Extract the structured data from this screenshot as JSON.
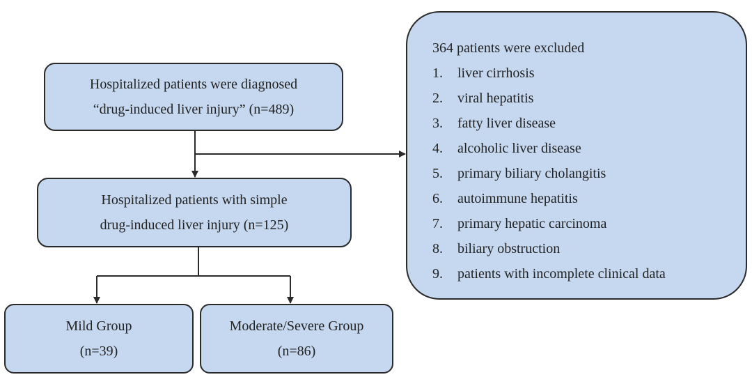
{
  "box_diagnosed": {
    "line1": "Hospitalized patients were diagnosed",
    "line2": "“drug-induced liver injury” (n=489)"
  },
  "box_simple": {
    "line1": "Hospitalized patients with simple",
    "line2": "drug-induced liver injury (n=125)"
  },
  "box_mild": {
    "line1": "Mild Group",
    "line2": "(n=39)"
  },
  "box_moderate": {
    "line1": "Moderate/Severe Group",
    "line2": "(n=86)"
  },
  "exclusion": {
    "title": "364 patients were excluded",
    "items": [
      {
        "num": "1.",
        "text": "liver cirrhosis"
      },
      {
        "num": "2.",
        "text": "viral hepatitis"
      },
      {
        "num": "3.",
        "text": "fatty liver disease"
      },
      {
        "num": "4.",
        "text": "alcoholic liver disease"
      },
      {
        "num": "5.",
        "text": "primary biliary cholangitis"
      },
      {
        "num": "6.",
        "text": "autoimmune hepatitis"
      },
      {
        "num": "7.",
        "text": "primary hepatic carcinoma"
      },
      {
        "num": "8.",
        "text": "biliary obstruction"
      },
      {
        "num": "9.",
        "text": "patients with incomplete clinical data"
      }
    ]
  },
  "colors": {
    "box_fill": "#c6d8f0",
    "stroke": "#2a2a2a"
  }
}
